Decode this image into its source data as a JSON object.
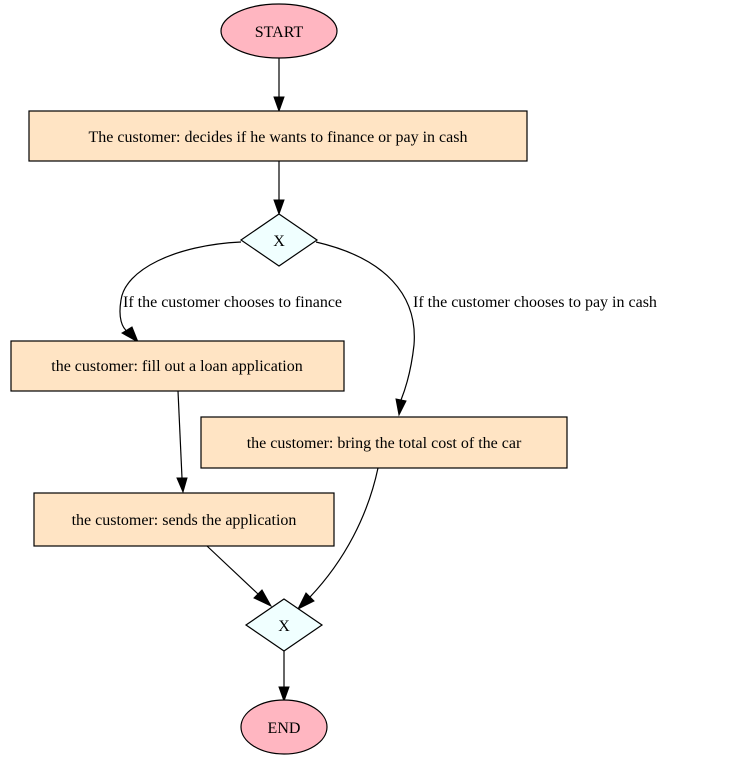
{
  "nodes": {
    "start": {
      "label": "START"
    },
    "decide": {
      "label": "The customer: decides if he wants to finance or pay in cash"
    },
    "gateway_split": {
      "label": "X"
    },
    "loan_application": {
      "label": "the customer: fill out a loan application"
    },
    "bring_cost": {
      "label": "the customer: bring the total cost of the car"
    },
    "send_application": {
      "label": "the customer: sends the application"
    },
    "gateway_join": {
      "label": "X"
    },
    "end": {
      "label": "END"
    }
  },
  "edges": {
    "finance": {
      "label": "If the customer chooses to finance"
    },
    "cash": {
      "label": "If the customer chooses to pay in cash"
    }
  },
  "colors": {
    "event_fill": "#FFB6C1",
    "task_fill": "#FFE4C4",
    "gateway_fill": "#F0FFFF",
    "stroke": "#000000"
  }
}
